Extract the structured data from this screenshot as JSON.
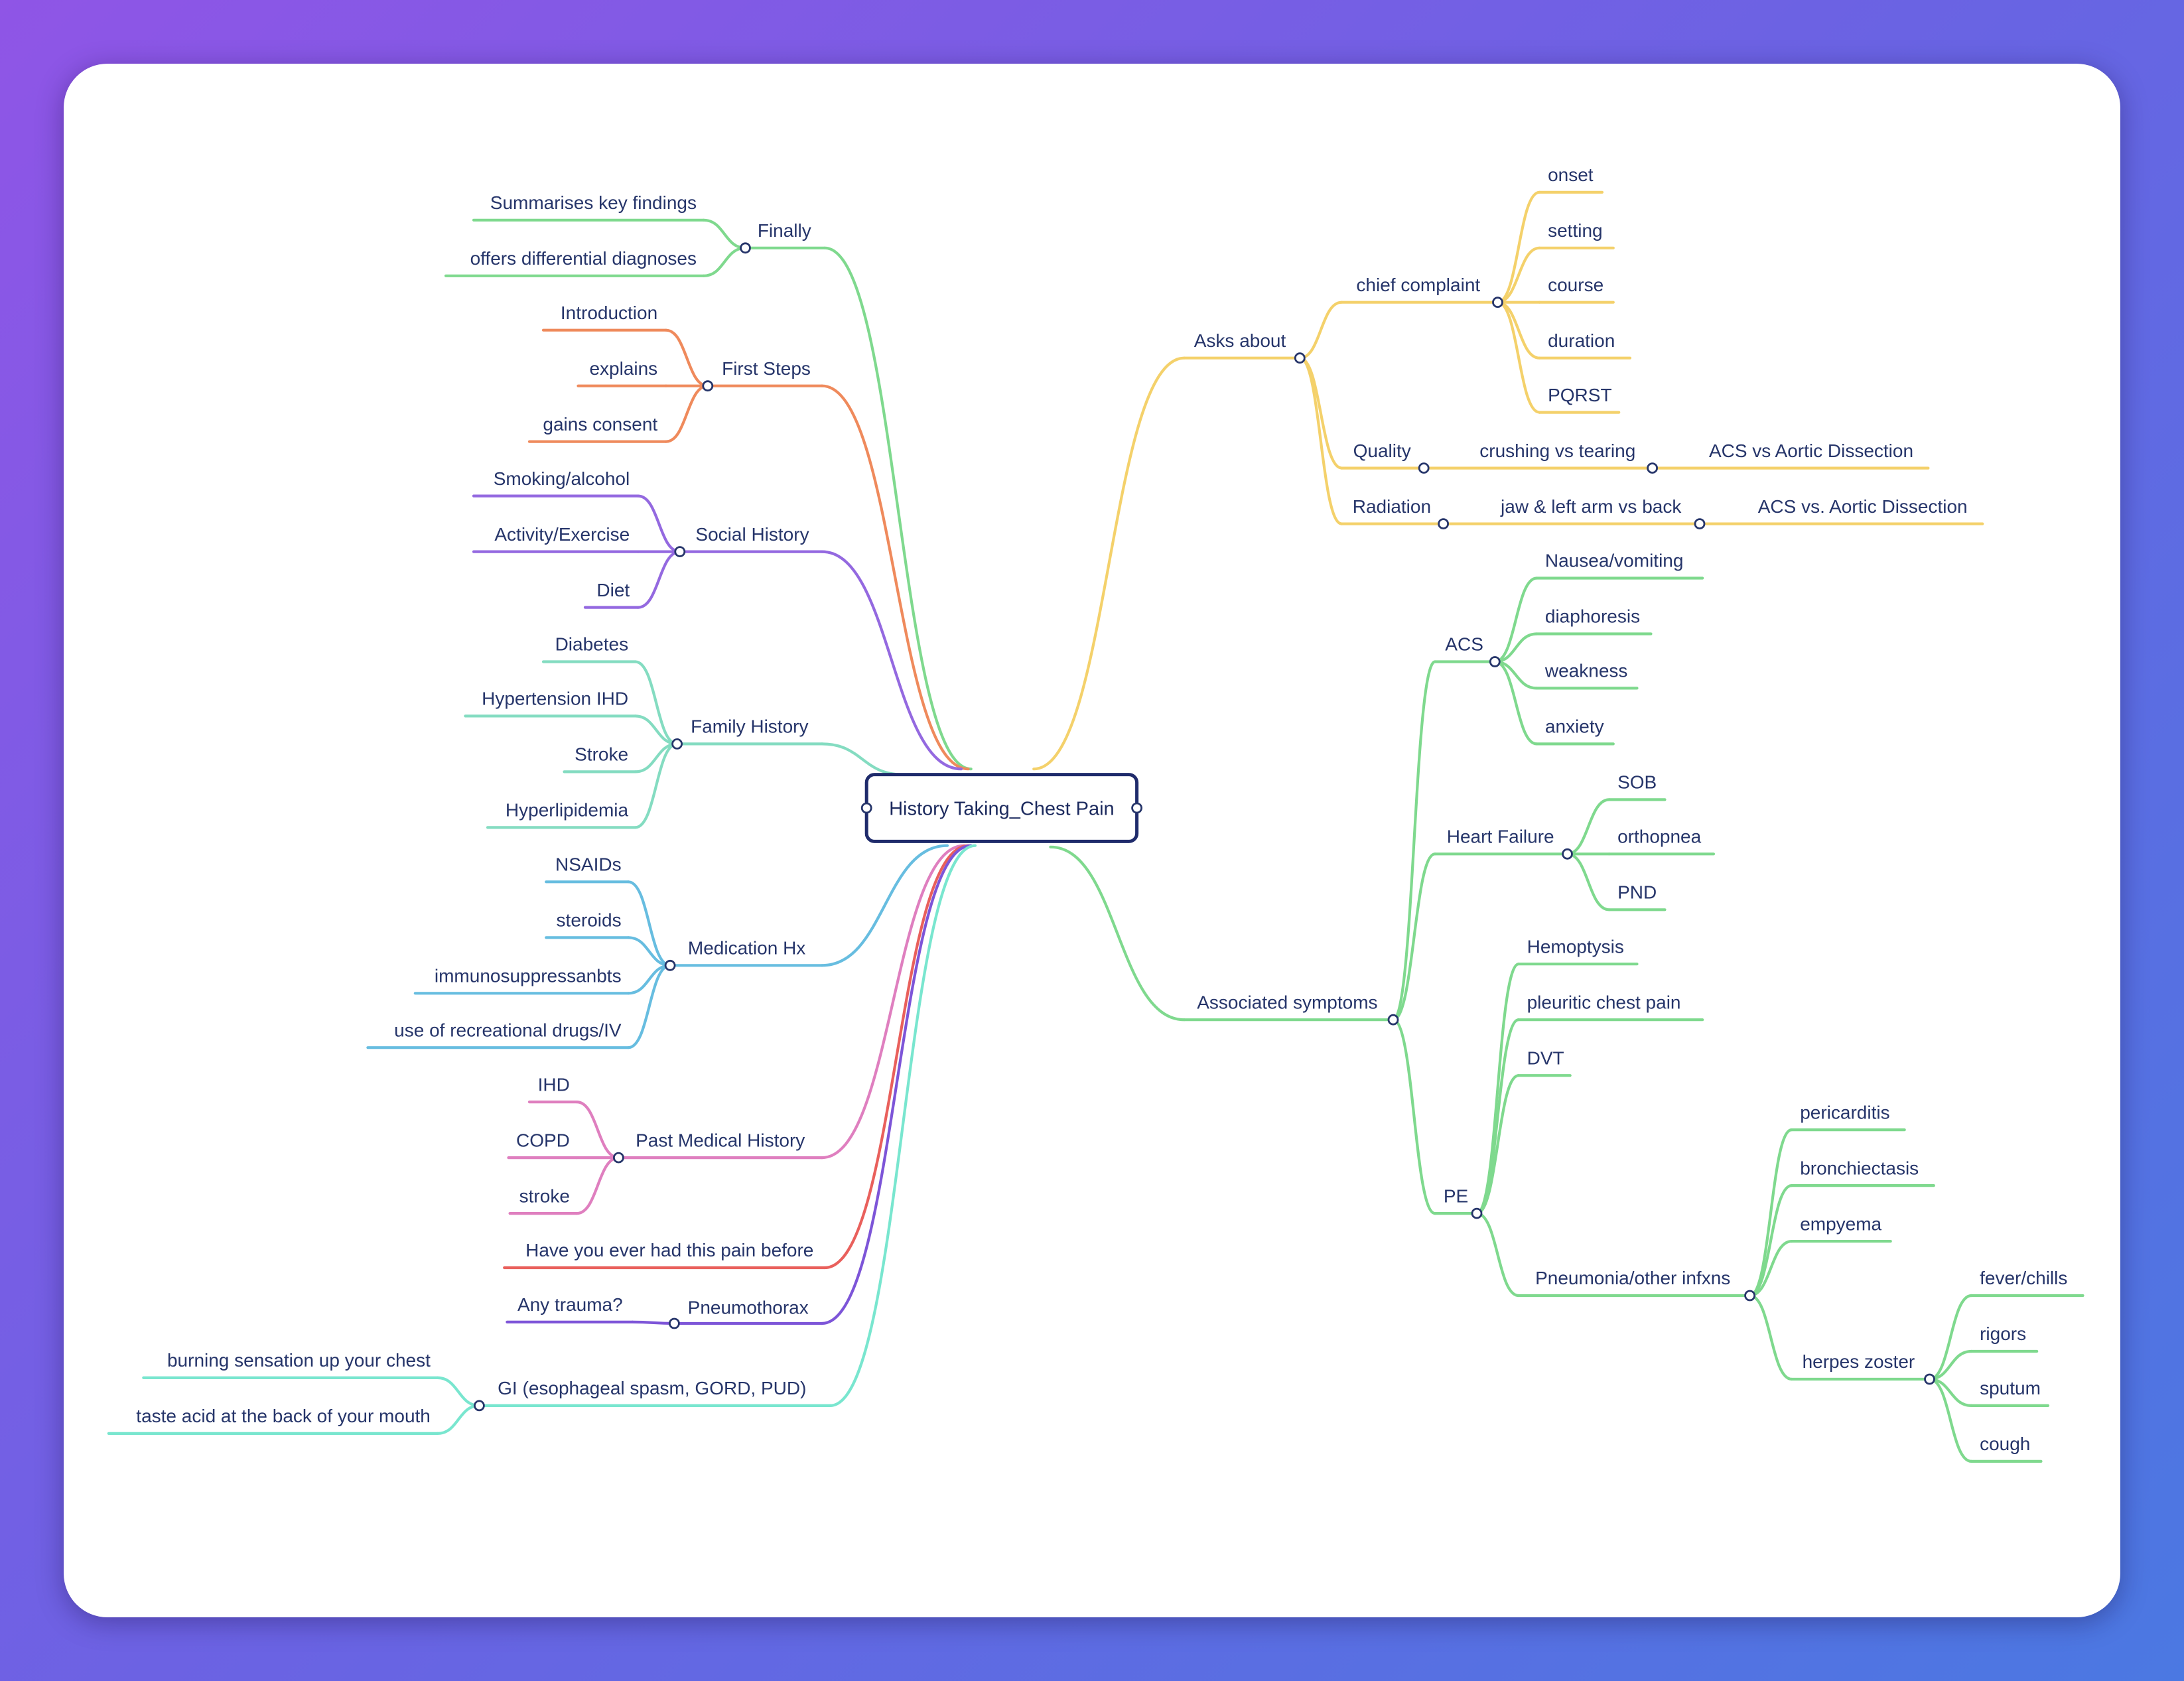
{
  "colors": {
    "yellow": "#f4d16b",
    "green": "#7fd98e",
    "orange": "#ef8a5c",
    "purple": "#9469e0",
    "teal": "#84dcc1",
    "blue": "#67bde0",
    "pink": "#df7fbf",
    "red": "#e9605c",
    "violet": "#7d55d8",
    "aqua": "#79e6cf",
    "root_border": "#1f2b6b"
  },
  "mindmap": {
    "root": "History Taking_Chest Pain",
    "finally": {
      "label": "Finally",
      "children": [
        "Summarises key findings",
        "offers differential diagnoses"
      ]
    },
    "first_steps": {
      "label": "First Steps",
      "children": [
        "Introduction",
        "explains",
        "gains consent"
      ]
    },
    "social_history": {
      "label": "Social History",
      "children": [
        "Smoking/alcohol",
        "Activity/Exercise",
        "Diet"
      ]
    },
    "family_history": {
      "label": "Family History",
      "children": [
        "Diabetes",
        "Hypertension IHD",
        "Stroke",
        "Hyperlipidemia"
      ]
    },
    "medication_hx": {
      "label": "Medication Hx",
      "children": [
        "NSAIDs",
        "steroids",
        "immunosuppressanbts",
        "use of recreational drugs/IV"
      ]
    },
    "past_medical_history": {
      "label": "Past Medical History",
      "children": [
        "IHD",
        "COPD",
        "stroke"
      ]
    },
    "pain_before": {
      "label": "Have you ever had this pain before"
    },
    "pneumothorax": {
      "label": "Pneumothorax",
      "children": [
        "Any trauma?"
      ]
    },
    "gi": {
      "label": "GI (esophageal spasm, GORD, PUD)",
      "children": [
        "burning sensation up your chest",
        "taste acid at the back of your mouth"
      ]
    },
    "asks_about": {
      "label": "Asks about",
      "chief_complaint": {
        "label": "chief complaint",
        "children": [
          "onset",
          "setting",
          "course",
          "duration",
          "PQRST"
        ]
      },
      "quality": {
        "label": "Quality",
        "child": "crushing vs tearing",
        "grandchild": "ACS vs Aortic Dissection"
      },
      "radiation": {
        "label": "Radiation",
        "child": "jaw & left arm vs back",
        "grandchild": "ACS vs. Aortic Dissection"
      }
    },
    "associated_symptoms": {
      "label": "Associated symptoms",
      "acs": {
        "label": "ACS",
        "children": [
          "Nausea/vomiting",
          "diaphoresis",
          "weakness",
          "anxiety"
        ]
      },
      "heart_failure": {
        "label": "Heart Failure",
        "children": [
          "SOB",
          "orthopnea",
          "PND"
        ]
      },
      "pe": {
        "label": "PE",
        "children": [
          "Hemoptysis",
          "pleuritic chest pain",
          "DVT"
        ],
        "pneumonia": {
          "label": "Pneumonia/other infxns",
          "children": [
            "pericarditis",
            "bronchiectasis",
            "empyema"
          ],
          "herpes_zoster": {
            "label": "herpes zoster",
            "children": [
              "fever/chills",
              "rigors",
              "sputum",
              "cough"
            ]
          }
        }
      }
    }
  }
}
